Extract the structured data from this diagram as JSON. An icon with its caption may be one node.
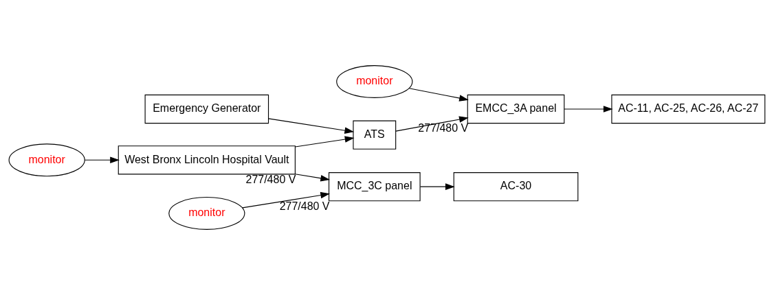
{
  "diagram": {
    "nodes": [
      {
        "text": [
          "West Bronx Lincoln Hospital Vault"
        ],
        "beside": [
          "277/480 V"
        ]
      },
      {
        "text": [
          "ATS"
        ]
      },
      {
        "text": [
          "Emergency Generator"
        ]
      },
      {
        "text": [
          "EMCC_3A panel"
        ],
        "beside": [
          "277/480 V"
        ]
      },
      {
        "text": [
          "AC-11, AC-25, AC-26, AC-27"
        ]
      },
      {
        "text": [
          "MCC_3C panel"
        ],
        "beside": [
          "277/480 V"
        ]
      },
      {
        "text": [
          "AC-30"
        ]
      },
      {
        "text": [
          "monitor"
        ]
      },
      {
        "text": [
          "monitor"
        ]
      },
      {
        "text": [
          "monitor"
        ]
      }
    ],
    "edges": [
      {
        "from": 0,
        "to": 1,
        "arrow": "to"
      },
      {
        "from": 2,
        "to": 1,
        "arrow": "to"
      },
      {
        "from": 1,
        "to": 3,
        "arrow": "to"
      },
      {
        "from": 3,
        "to": 4,
        "arrow": "to"
      },
      {
        "from": 0,
        "to": 5,
        "arrow": "to"
      },
      {
        "from": 5,
        "to": 6,
        "arrow": "to"
      },
      {
        "from": 7,
        "to": 0,
        "arrow": "to"
      },
      {
        "from": 8,
        "to": 3,
        "arrow": "to"
      },
      {
        "from": 9,
        "to": 5,
        "arrow": "to"
      }
    ]
  }
}
